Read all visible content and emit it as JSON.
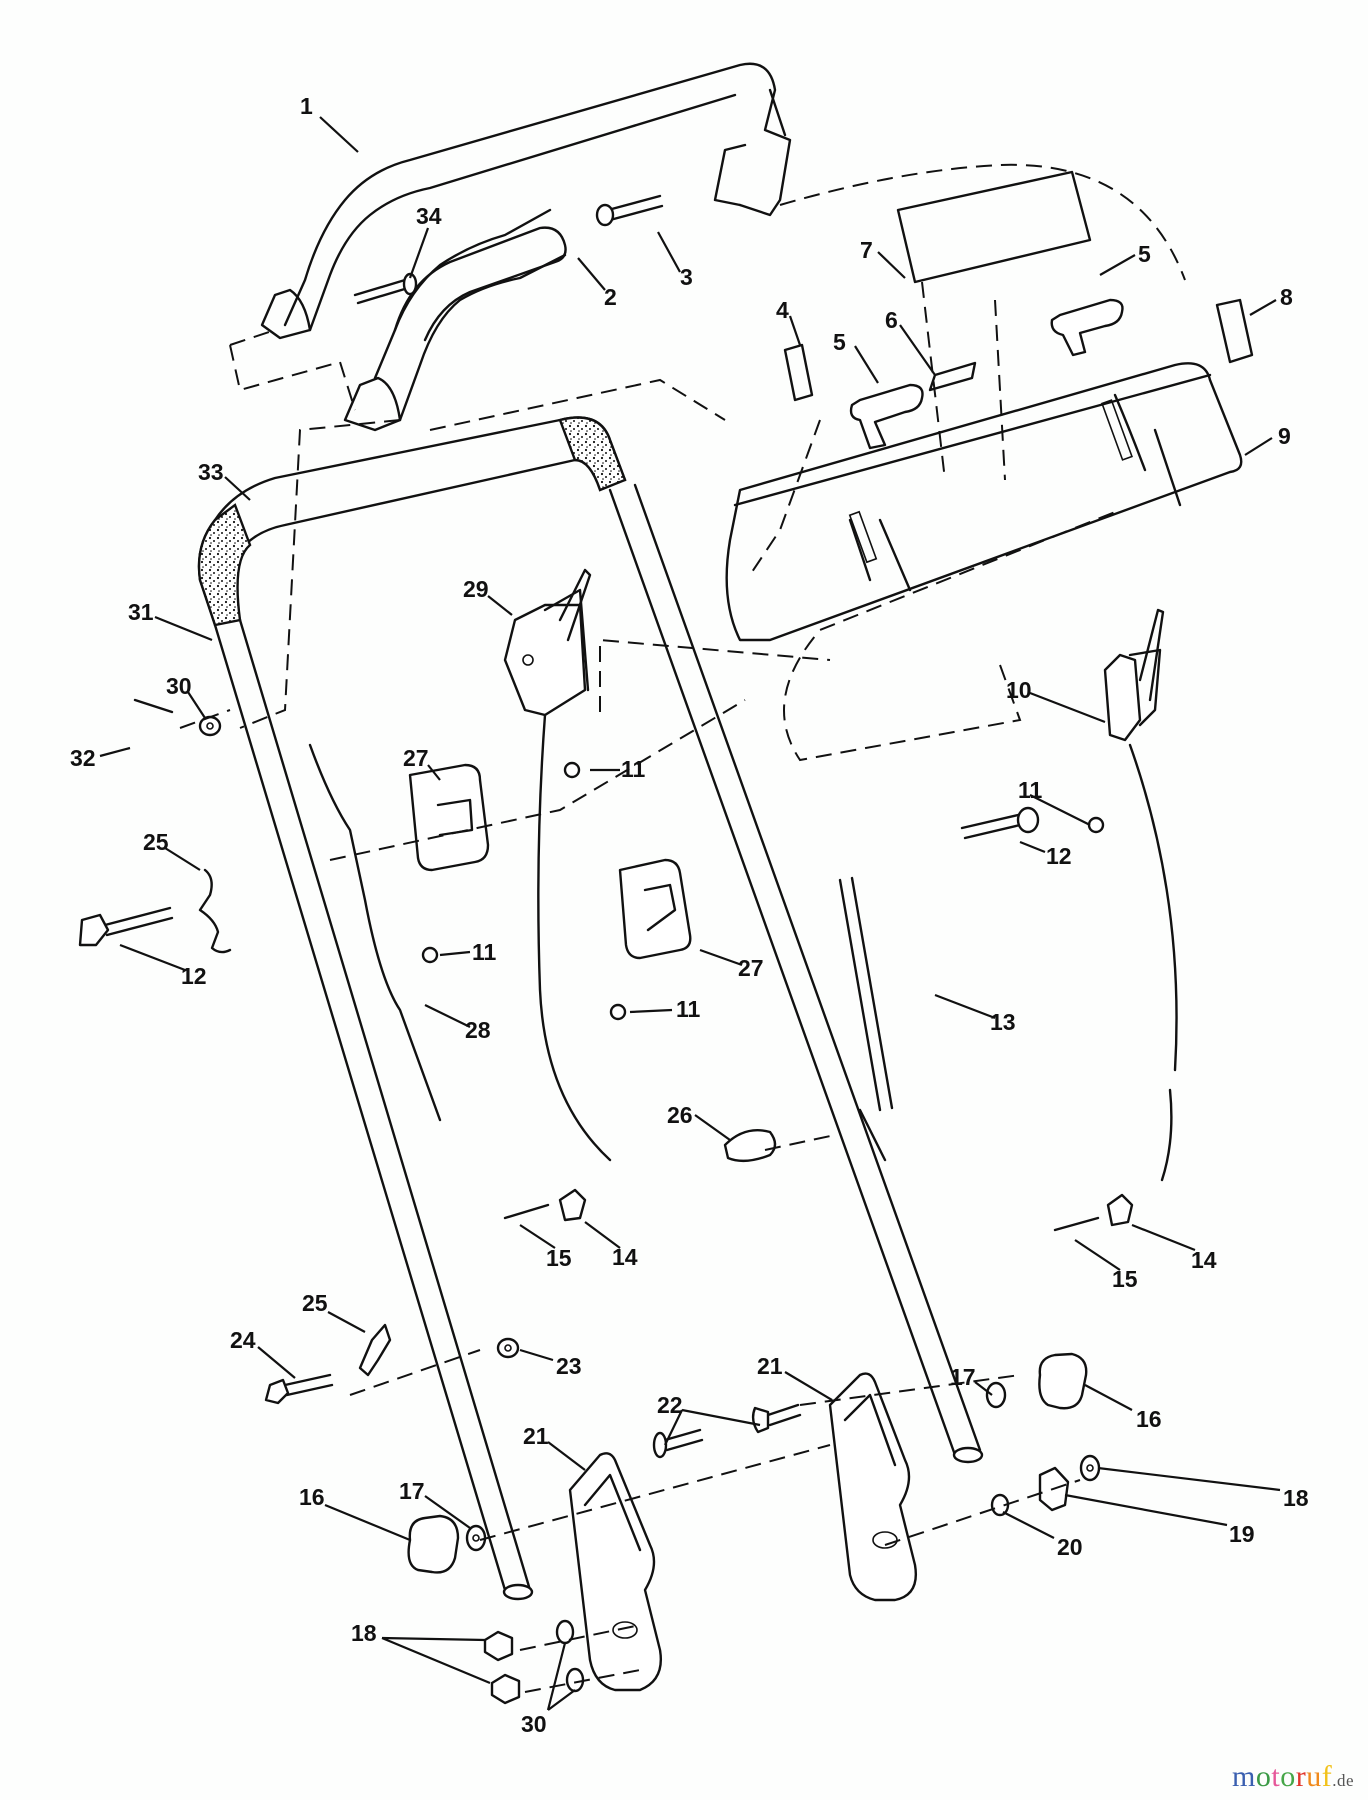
{
  "diagram": {
    "title": "Handle assembly exploded parts view",
    "callouts": [
      {
        "id": "c1",
        "num": "1",
        "part": "upper handle"
      },
      {
        "id": "c34",
        "num": "34",
        "part": "handle pin (left)"
      },
      {
        "id": "c2",
        "num": "2",
        "part": "handle grip"
      },
      {
        "id": "c3",
        "num": "3",
        "part": "handle pin (right)"
      },
      {
        "id": "c7",
        "num": "7",
        "part": "decal (large)"
      },
      {
        "id": "c5a",
        "num": "5",
        "part": "control knob (right)"
      },
      {
        "id": "c8",
        "num": "8",
        "part": "decal (right)"
      },
      {
        "id": "c4",
        "num": "4",
        "part": "decal (left)"
      },
      {
        "id": "c5b",
        "num": "5",
        "part": "control knob (left)"
      },
      {
        "id": "c6",
        "num": "6",
        "part": "decal (small)"
      },
      {
        "id": "c9",
        "num": "9",
        "part": "control panel"
      },
      {
        "id": "c33",
        "num": "33",
        "part": "lower handle bend"
      },
      {
        "id": "c31",
        "num": "31",
        "part": "lower handle tube"
      },
      {
        "id": "c29",
        "num": "29",
        "part": "control lever bracket (left)"
      },
      {
        "id": "c30a",
        "num": "30",
        "part": "washer"
      },
      {
        "id": "c32",
        "num": "32",
        "part": "cotter pin"
      },
      {
        "id": "c11a",
        "num": "11",
        "part": "screw"
      },
      {
        "id": "c10",
        "num": "10",
        "part": "control lever bracket (right)"
      },
      {
        "id": "c27a",
        "num": "27",
        "part": "cable bracket (left)"
      },
      {
        "id": "c11b",
        "num": "11",
        "part": "screw"
      },
      {
        "id": "c25a",
        "num": "25",
        "part": "cable clip (upper)"
      },
      {
        "id": "c12a",
        "num": "12",
        "part": "bolt (right)"
      },
      {
        "id": "c12b",
        "num": "12",
        "part": "bolt (left)"
      },
      {
        "id": "c11c",
        "num": "11",
        "part": "screw"
      },
      {
        "id": "c27b",
        "num": "27",
        "part": "cable bracket (middle)"
      },
      {
        "id": "c11d",
        "num": "11",
        "part": "screw"
      },
      {
        "id": "c28",
        "num": "28",
        "part": "drive cable"
      },
      {
        "id": "c13",
        "num": "13",
        "part": "shift rod"
      },
      {
        "id": "c26",
        "num": "26",
        "part": "cable tie"
      },
      {
        "id": "c15a",
        "num": "15",
        "part": "screw (left)"
      },
      {
        "id": "c14a",
        "num": "14",
        "part": "cable guide (left)"
      },
      {
        "id": "c14b",
        "num": "14",
        "part": "cable guide (right)"
      },
      {
        "id": "c15b",
        "num": "15",
        "part": "screw (right)"
      },
      {
        "id": "c25b",
        "num": "25",
        "part": "cable clip (lower)"
      },
      {
        "id": "c24",
        "num": "24",
        "part": "bolt"
      },
      {
        "id": "c23",
        "num": "23",
        "part": "nut"
      },
      {
        "id": "c21a",
        "num": "21",
        "part": "handle bracket (right)"
      },
      {
        "id": "c17a",
        "num": "17",
        "part": "washer (right)"
      },
      {
        "id": "c16a",
        "num": "16",
        "part": "handle knob (right)"
      },
      {
        "id": "c22",
        "num": "22",
        "part": "carriage bolt"
      },
      {
        "id": "c21b",
        "num": "21",
        "part": "handle bracket (left)"
      },
      {
        "id": "c16b",
        "num": "16",
        "part": "handle knob (left)"
      },
      {
        "id": "c17b",
        "num": "17",
        "part": "washer (left)"
      },
      {
        "id": "c18a",
        "num": "18",
        "part": "lock nut (right)"
      },
      {
        "id": "c19",
        "num": "19",
        "part": "cable clamp"
      },
      {
        "id": "c20",
        "num": "20",
        "part": "lock washer"
      },
      {
        "id": "c18b",
        "num": "18",
        "part": "lock nuts (left)"
      },
      {
        "id": "c30b",
        "num": "30",
        "part": "washers"
      }
    ]
  },
  "watermark": {
    "letters": [
      {
        "ch": "m",
        "color": "#3a5fb0"
      },
      {
        "ch": "o",
        "color": "#3b9a46"
      },
      {
        "ch": "t",
        "color": "#e6589a"
      },
      {
        "ch": "o",
        "color": "#46a648"
      },
      {
        "ch": "r",
        "color": "#e2362b"
      },
      {
        "ch": "u",
        "color": "#f08a1c"
      },
      {
        "ch": "f",
        "color": "#f2c21a"
      }
    ],
    "tld": ".de"
  }
}
